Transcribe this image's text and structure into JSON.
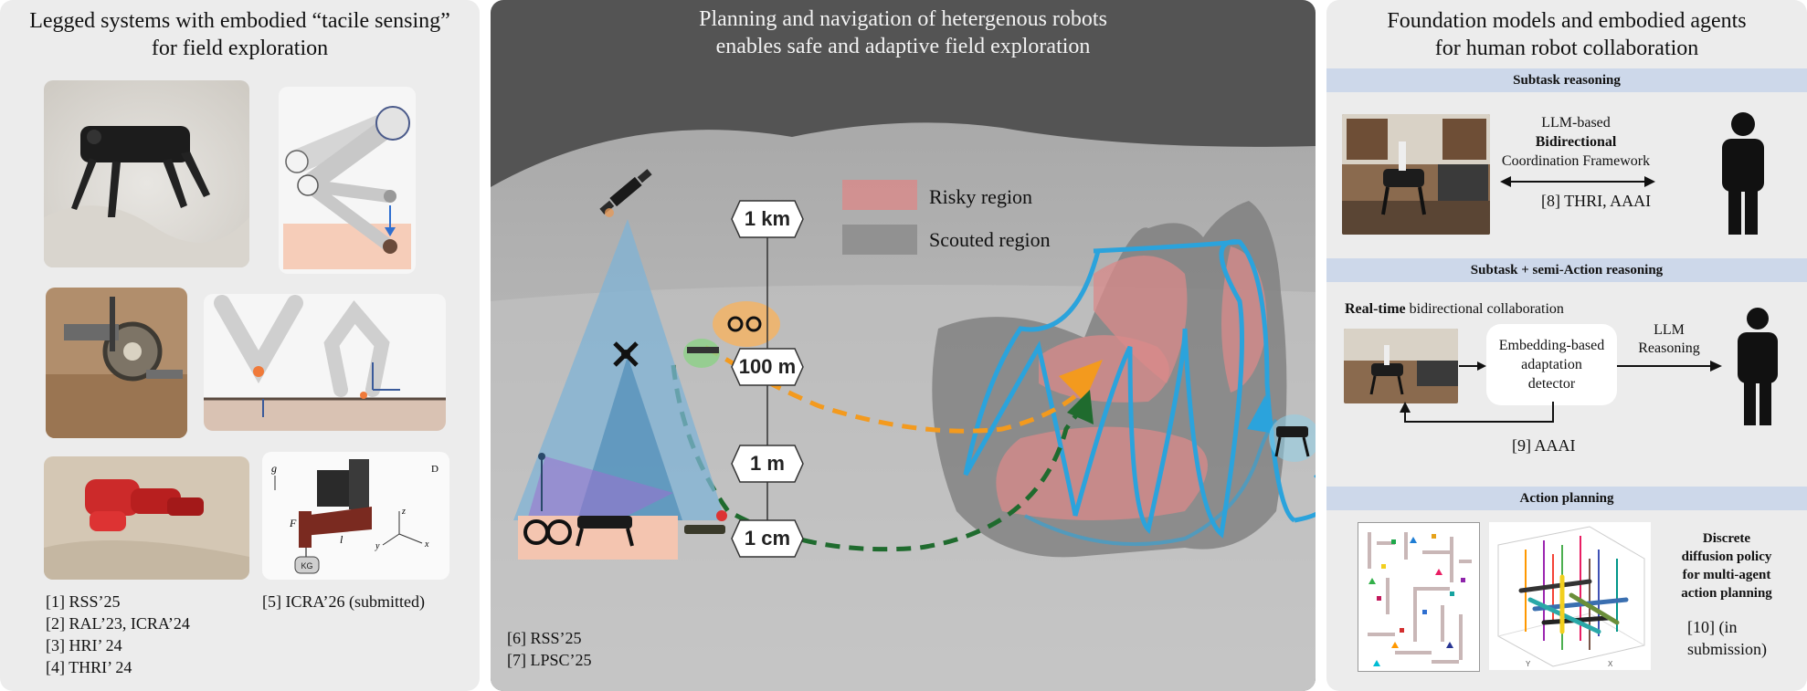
{
  "left_panel": {
    "title": "Legged systems with embodied “tacile sensing”\nfor field exploration",
    "refs_col1": [
      "[1] RSS’25",
      "[2] RAL’23, ICRA’24",
      "[3] HRI’ 24",
      "[4] THRI’ 24"
    ],
    "refs_col2": [
      "[5] ICRA’26 (submitted)"
    ],
    "diagram_labels": {
      "gravity": "g",
      "panel": "D",
      "force": "F",
      "length": "l",
      "weight": "KG",
      "axis_z": "z",
      "axis_y": "y",
      "axis_x": "x"
    }
  },
  "mid_panel": {
    "title": "Planning and navigation of hetergenous robots\nenables safe and adaptive field exploration",
    "scale_labels": [
      "1 km",
      "100 m",
      "1 m",
      "1 cm"
    ],
    "legend": [
      {
        "label": "Risky region",
        "color": "#d98a8a"
      },
      {
        "label": "Scouted region",
        "color": "#8a8a8a"
      }
    ],
    "refs": [
      "[6] RSS’25",
      "[7] LPSC’25"
    ],
    "colors": {
      "orange_path": "#f39a1e",
      "green_path": "#1f6b2e",
      "blue_path": "#2ba3dc",
      "cone": "#7fb3d6",
      "base": "#f4c5b0"
    }
  },
  "right_panel": {
    "title": "Foundation models and embodied agents\nfor human robot collaboration",
    "section1": {
      "band": "Subtask reasoning",
      "framework_line1": "LLM-based",
      "framework_line2": "Bidirectional",
      "framework_line3": "Coordination Framework",
      "ref": "[8] THRI, AAAI"
    },
    "section2": {
      "band": "Subtask + semi-Action reasoning",
      "heading_bold": "Real-time",
      "heading_rest": " bidirectional collaboration",
      "detector_line1": "Embedding-based",
      "detector_line2": "adaptation",
      "detector_line3": "detector",
      "llm_line1": "LLM",
      "llm_line2": "Reasoning",
      "ref": "[9] AAAI"
    },
    "section3": {
      "band": "Action planning",
      "caption_line1": "Discrete",
      "caption_line2": "diffusion policy",
      "caption_line3": "for multi-agent",
      "caption_line4": "action planning",
      "ref_line1": "[10] (in",
      "ref_line2": "submission)",
      "axis_y": "Y",
      "axis_x": "X"
    }
  }
}
